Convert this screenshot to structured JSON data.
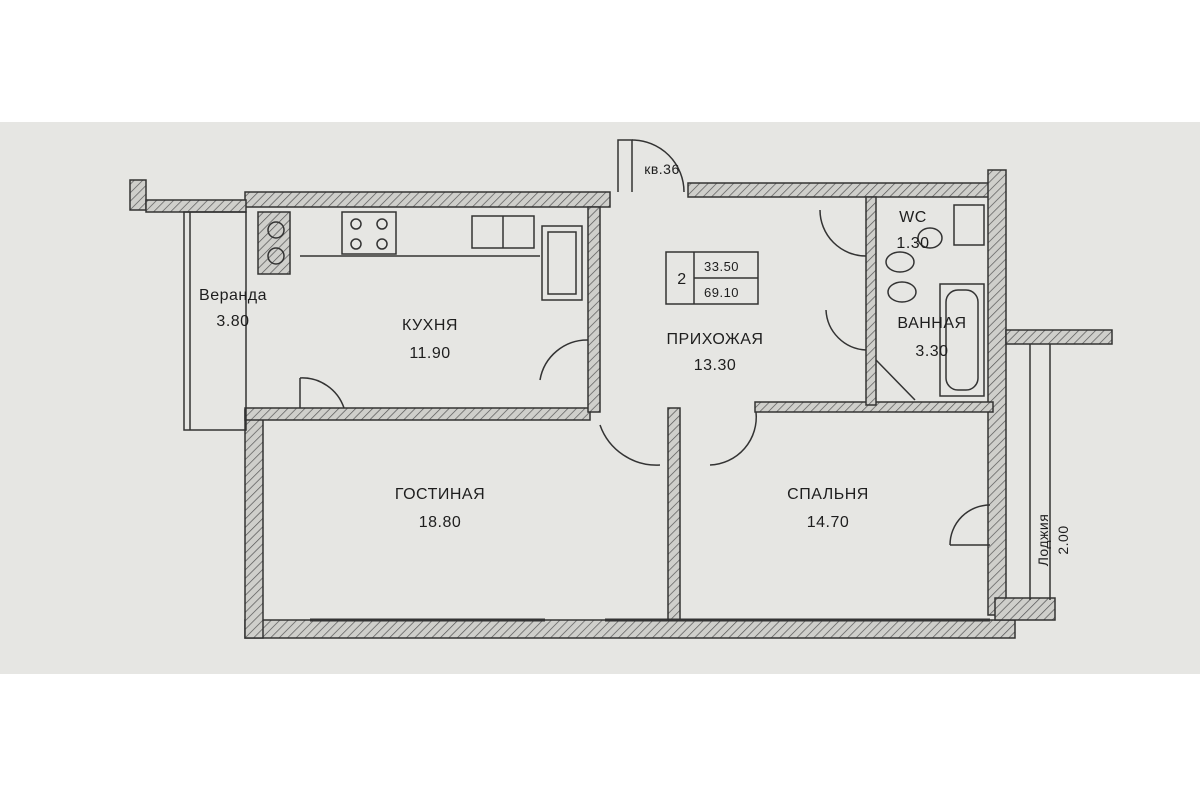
{
  "plan": {
    "apartment_label": "кв.36",
    "rooms_count": "2",
    "living_area": "33.50",
    "total_area": "69.10",
    "rooms": [
      {
        "name": "Веранда",
        "area": "3.80"
      },
      {
        "name": "КУХНЯ",
        "area": "11.90"
      },
      {
        "name": "ПРИХОЖАЯ",
        "area": "13.30"
      },
      {
        "name": "WC",
        "area": "1.30"
      },
      {
        "name": "ВАННАЯ",
        "area": "3.30"
      },
      {
        "name": "ГОСТИНАЯ",
        "area": "18.80"
      },
      {
        "name": "СПАЛЬНЯ",
        "area": "14.70"
      },
      {
        "name": "Лоджия",
        "area": "2.00"
      }
    ]
  }
}
